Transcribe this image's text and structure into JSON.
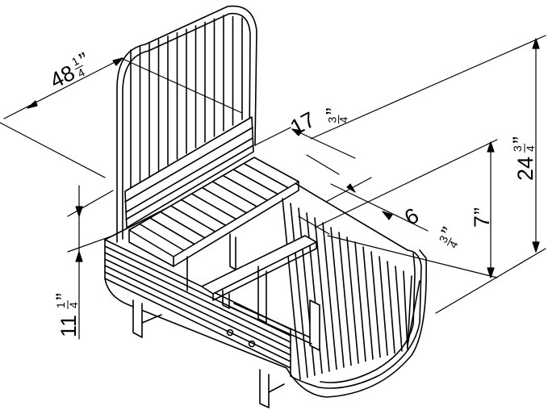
{
  "dimensions": {
    "width": {
      "whole": "48",
      "num": "1",
      "den": "4",
      "unit": "”"
    },
    "depth": {
      "whole": "17",
      "num": "3",
      "den": "4",
      "unit": "”"
    },
    "seat_width": {
      "whole": "6",
      "num": "3",
      "den": "4",
      "unit": "”"
    },
    "seat_height": {
      "whole": "7",
      "unit": "”"
    },
    "total_height": {
      "whole": "24",
      "num": "3",
      "den": "4",
      "unit": "”"
    },
    "leg_height": {
      "whole": "11",
      "num": "1",
      "den": "4",
      "unit": "”"
    }
  },
  "colors": {
    "line": "#000000",
    "background": "#ffffff"
  }
}
